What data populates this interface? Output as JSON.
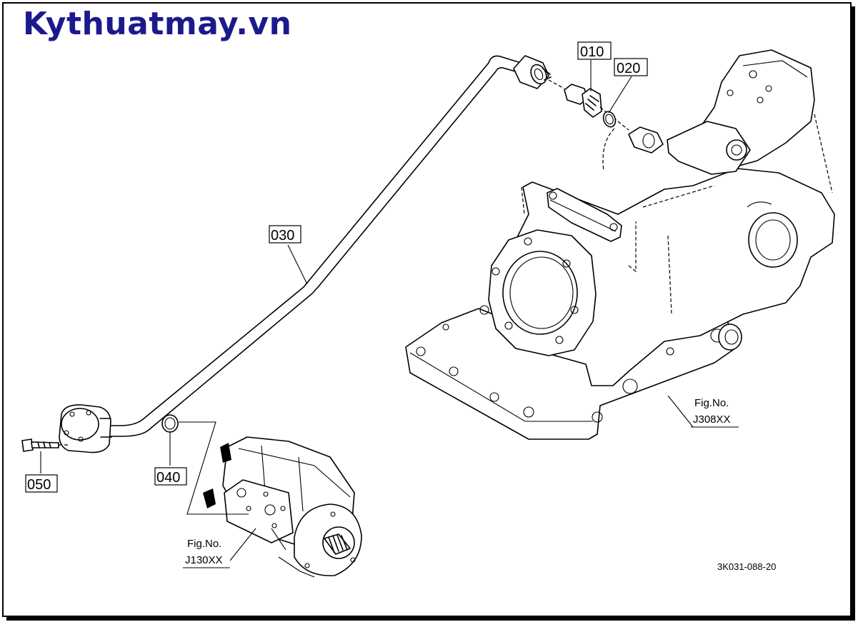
{
  "watermark": "Kythuatmay.vn",
  "diagram_code": "3K031-088-20",
  "parts": [
    {
      "id": "010"
    },
    {
      "id": "020"
    },
    {
      "id": "030"
    },
    {
      "id": "040"
    },
    {
      "id": "050"
    }
  ],
  "fig_refs": [
    {
      "label": "Fig.No.",
      "code": "J308XX"
    },
    {
      "label": "Fig.No.",
      "code": "J130XX"
    }
  ]
}
